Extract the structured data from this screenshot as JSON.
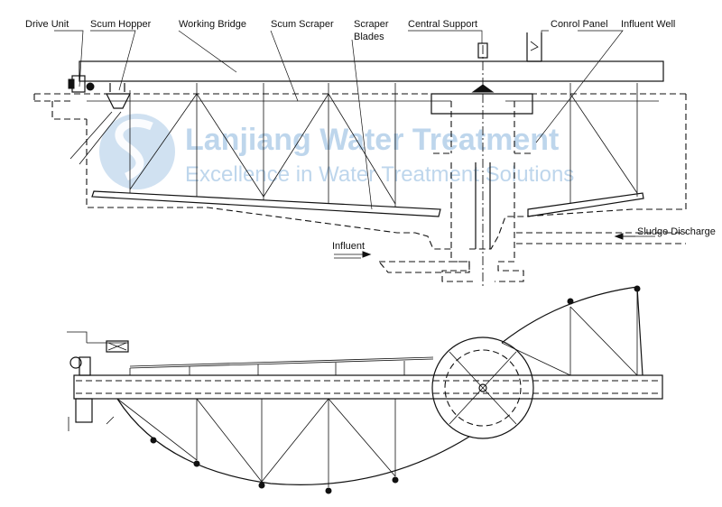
{
  "labels": {
    "drive_unit": "Drive Unit",
    "scum_hopper": "Scum Hopper",
    "working_bridge": "Working Bridge",
    "scum_scraper": "Scum Scraper",
    "scraper_line1": "Scraper",
    "scraper_line2": "Blades",
    "central_support": "Central Support",
    "control_panel": "Conrol Panel",
    "influent_well": "Influent Well",
    "influent": "Influent",
    "sludge_discharge": "Sludge Discharge"
  },
  "watermark": {
    "line1": "Lanjiang Water Treatment",
    "line2": "Excellence in Water Treatment Solutions",
    "color": "#a9c9e6"
  },
  "colors": {
    "line": "#111111",
    "background": "#ffffff"
  }
}
